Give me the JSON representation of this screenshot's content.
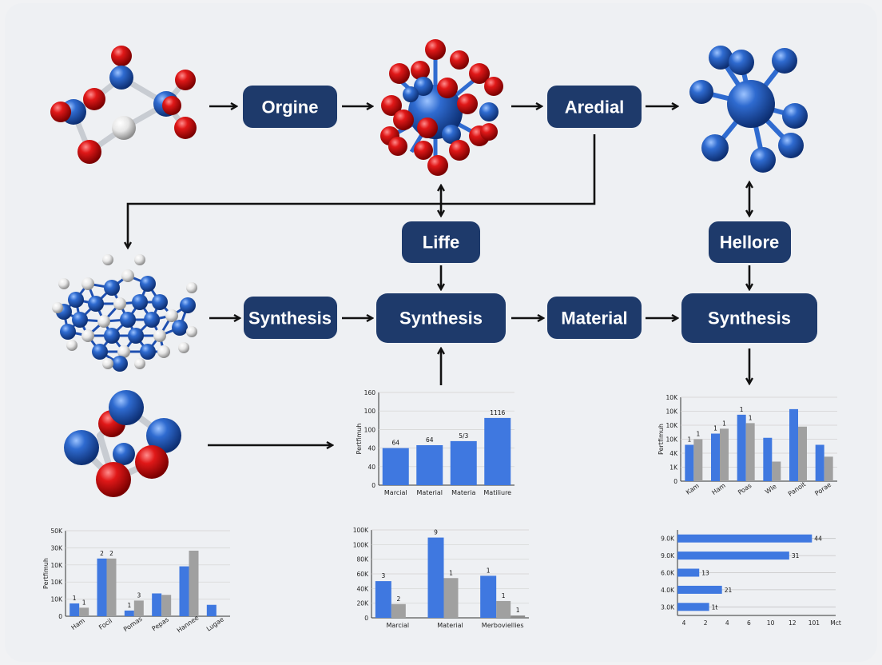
{
  "nodes": {
    "orgine": "Orgine",
    "aredial": "Aredial",
    "liffe": "Liffe",
    "hellore": "Hellore",
    "synthesis_left": "Synthesis",
    "synthesis_center": "Synthesis",
    "material": "Material",
    "synthesis_right": "Synthesis"
  },
  "colors": {
    "node": "#1e3a6b",
    "bar_blue": "#3f78e0",
    "bar_gray": "#a0a0a0",
    "atom_red": "#d8141c",
    "atom_blue": "#2f6bd0"
  },
  "icons": [
    "molecule-icon",
    "cluster-molecule-icon",
    "star-molecule-icon",
    "lattice-molecule-icon",
    "ring-molecule-icon"
  ],
  "chart_data": [
    {
      "id": "center-mid",
      "type": "bar",
      "ylabel": "Pertfimuh",
      "yticks": [
        "160",
        "100",
        "100",
        "40",
        "40",
        "0"
      ],
      "ylim": [
        0,
        160
      ],
      "categories": [
        "Marcial",
        "Material",
        "Materia",
        "Matiliure"
      ],
      "series": [
        {
          "values": [
            64,
            69,
            76,
            116
          ]
        }
      ],
      "labels": [
        "64",
        "64",
        "5/3",
        "1116"
      ]
    },
    {
      "id": "right-mid",
      "type": "bar",
      "ylabel": "Pertfimuh",
      "yticks": [
        "10K",
        "10K",
        "10K",
        "10K",
        "4K",
        "1K",
        "0"
      ],
      "ylim": [
        0,
        120
      ],
      "categories": [
        "Kam",
        "Ham",
        "Poas",
        "Wle",
        "Panoit",
        "Porae"
      ],
      "series": [
        {
          "values": [
            52,
            68,
            95,
            62,
            103,
            52
          ]
        },
        {
          "values": [
            60,
            75,
            83,
            28,
            78,
            35
          ]
        }
      ],
      "labels": [
        "1",
        "1",
        "1",
        "1",
        "1",
        "1"
      ]
    },
    {
      "id": "left-bottom",
      "type": "bar",
      "ylabel": "Pertfimuh",
      "yticks": [
        "50K",
        "30K",
        "10K",
        "10K",
        "10K",
        "0"
      ],
      "ylim": [
        0,
        120
      ],
      "categories": [
        "Ham",
        "Focil",
        "Pomas",
        "Pepas",
        "Hannee",
        "Lugae"
      ],
      "series": [
        {
          "values": [
            18,
            81,
            8,
            32,
            70,
            16
          ]
        },
        {
          "values": [
            12,
            81,
            22,
            30,
            92,
            0
          ]
        }
      ],
      "labels": [
        "1",
        "1",
        "2",
        "2",
        "1",
        "3"
      ]
    },
    {
      "id": "center-bottom",
      "type": "bar",
      "yticks": [
        "100K",
        "100K",
        "80K",
        "60K",
        "40K",
        "20K",
        "0"
      ],
      "ylim": [
        0,
        115
      ],
      "categories": [
        "Marcial",
        "Material",
        "Merboviellies"
      ],
      "series": [
        {
          "values": [
            48,
            105,
            55
          ]
        },
        {
          "values": [
            18,
            52,
            22
          ]
        },
        {
          "values": [
            0,
            0,
            3
          ]
        }
      ],
      "labels": [
        "3",
        "2",
        "9",
        "1",
        "1",
        "1",
        "1"
      ]
    },
    {
      "id": "right-bottom",
      "type": "bar",
      "orientation": "horizontal",
      "yticks": [
        "9.0K",
        "9.0K",
        "6.0K",
        "4.0K",
        "3.0K"
      ],
      "xticks": [
        "4",
        "2",
        "4",
        "6",
        "10",
        "12",
        "101",
        "Mct"
      ],
      "xlim": [
        0,
        16
      ],
      "series": [
        {
          "values": [
            13.6,
            11.3,
            2.2,
            4.5,
            3.2
          ]
        }
      ],
      "labels": [
        "44",
        "31",
        "13",
        "21",
        "1t"
      ]
    }
  ]
}
